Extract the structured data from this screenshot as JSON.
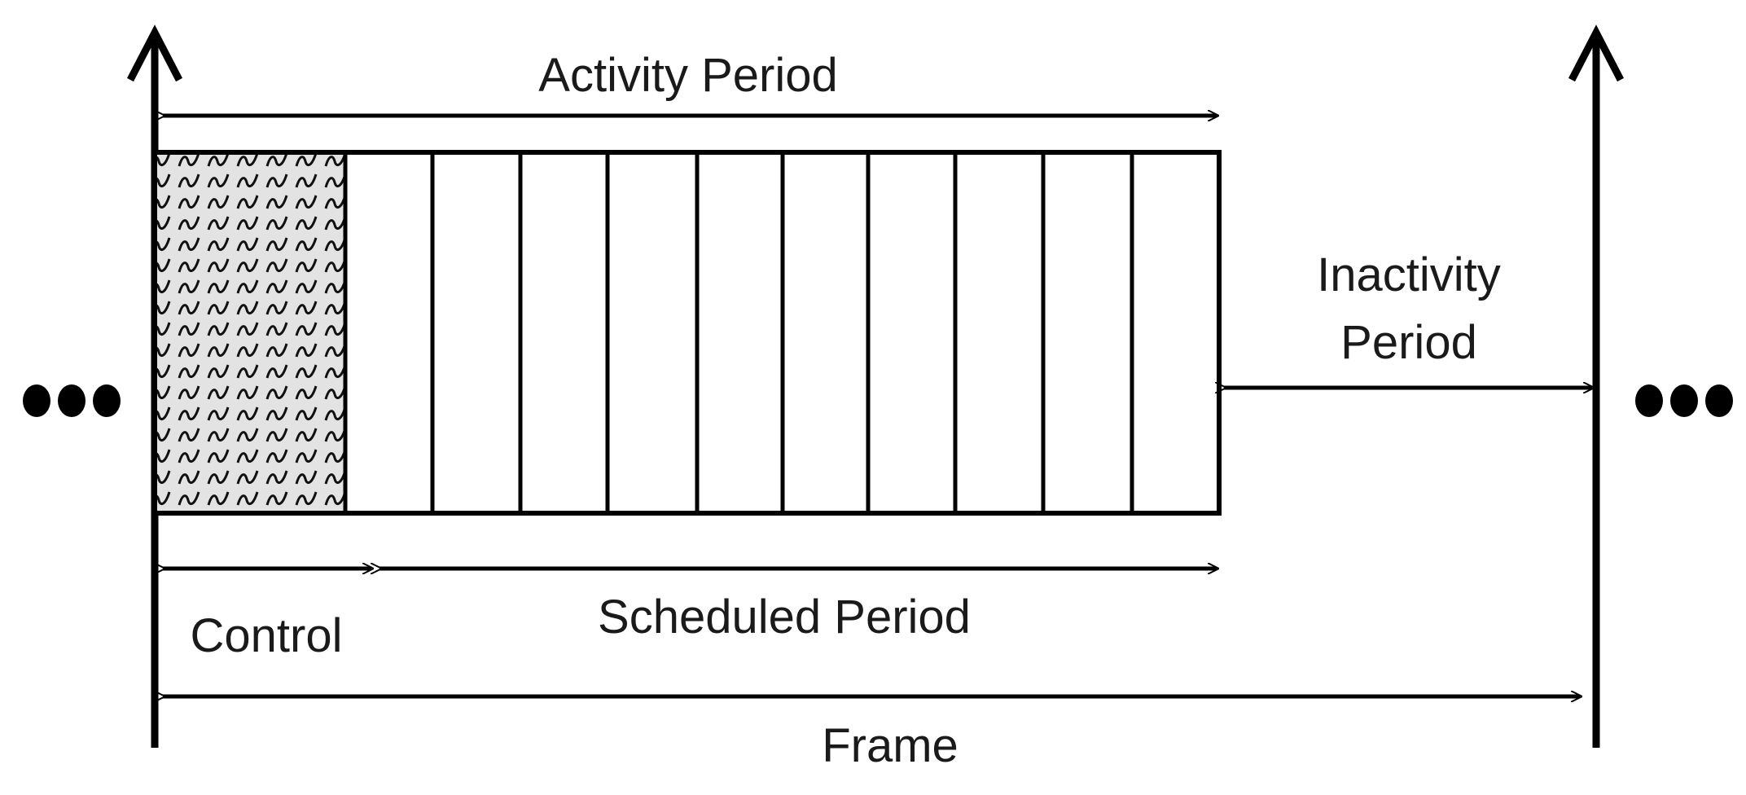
{
  "labels": {
    "activity_period": "Activity Period",
    "inactivity_line1": "Inactivity",
    "inactivity_line2": "Period",
    "control": "Control",
    "scheduled_period": "Scheduled Period",
    "frame": "Frame"
  },
  "slots": {
    "control_count": 1,
    "scheduled_count": 10
  },
  "colors": {
    "line": "#000000",
    "text": "#1a1a1a",
    "control_fill": "#d9d9d9"
  },
  "icons": {
    "continuation": "ellipsis-dots-icon"
  }
}
